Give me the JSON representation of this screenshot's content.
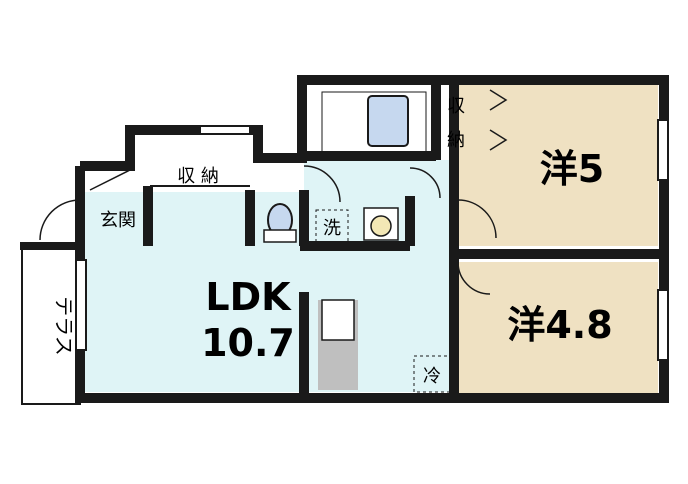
{
  "rooms": {
    "ldk_name": "LDK",
    "ldk_size": "10.7",
    "western1_name": "洋5",
    "western2_name": "洋4.8",
    "terrace": "テラス",
    "entrance": "玄関",
    "storage_top": "収 納",
    "storage_side_line1": "収",
    "storage_side_line2": "納",
    "washer": "洗",
    "fridge": "冷"
  },
  "colors": {
    "ldk_fill": "#dff4f6",
    "western_fill": "#efe1c2",
    "wall": "#1a1a1a",
    "bath_tub": "#c6d8ef",
    "kitchen_counter": "#bfbfbf"
  }
}
